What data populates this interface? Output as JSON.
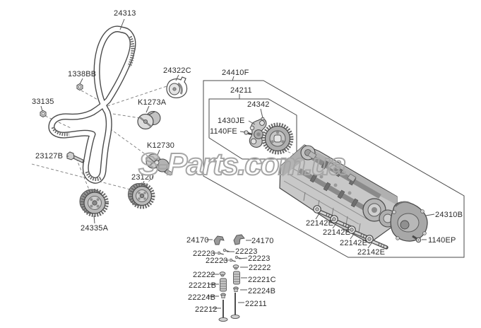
{
  "diagram": {
    "watermark": "S-Parts.com.ua",
    "colors": {
      "line": "#4a4a4a",
      "part_fill_light": "#cccccc",
      "part_fill_mid": "#b0b0b0",
      "watermark_outline": "#a6a6a6",
      "background": "#ffffff"
    },
    "parts": {
      "timing_belt": "24313",
      "nut_upper": "1338BB",
      "nut_left": "33135",
      "belt_tensioner": "24322C",
      "idler_pulley": "K1273A",
      "water_pump": "K12730",
      "crank_bolt": "23127B",
      "sprocket_pump": "23120",
      "sprocket_crank": "24335A",
      "assembly_box": "24410F",
      "cam_sprocket_assy": "24211",
      "cvvt_bracket": "24342",
      "cvvt_bolt_a": "1430JE",
      "cvvt_bolt_b": "1140FE",
      "rear_cover": "24310B",
      "cover_bolt": "1140EP",
      "head_bolt": "22142E",
      "rocker_arm": "24170",
      "lash_screw": "22223",
      "retainer_lock": "22222",
      "valve_spring_b": "22221B",
      "valve_spring_c": "22221C",
      "stem_seal": "22224B",
      "valve_exhaust": "22211",
      "valve_intake": "22212"
    }
  }
}
